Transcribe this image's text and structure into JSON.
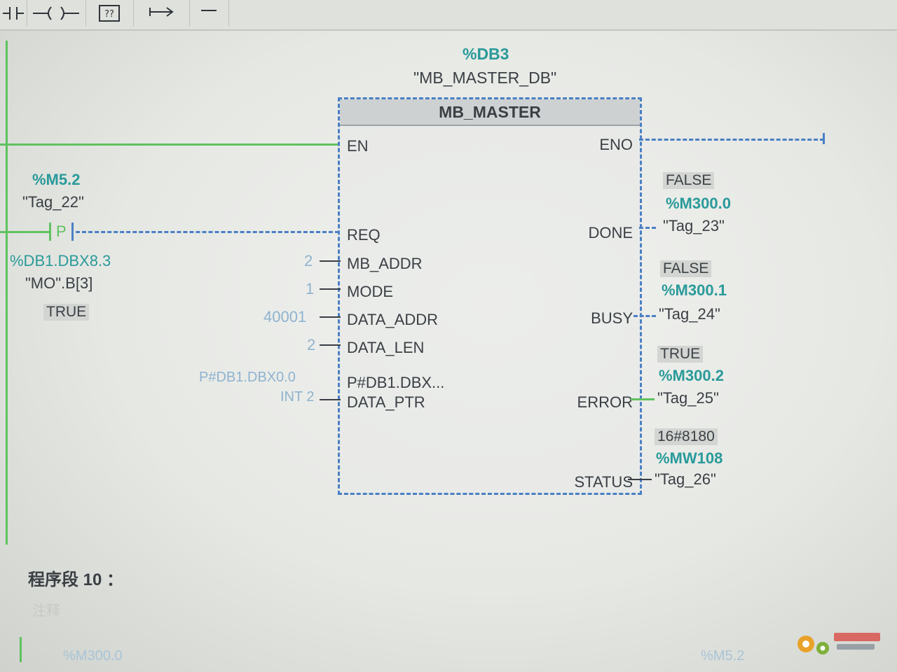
{
  "toolbar": {
    "items": [
      {
        "name": "contact-icon",
        "glyph": "⊣⊢"
      },
      {
        "name": "coil-icon",
        "glyph": "–()–"
      },
      {
        "name": "box-icon",
        "glyph": "??"
      },
      {
        "name": "branch-open-icon",
        "glyph": "↦"
      },
      {
        "name": "branch-close-icon",
        "glyph": "—"
      }
    ]
  },
  "instance": {
    "address": "%DB3",
    "name": "\"MB_MASTER_DB\""
  },
  "block": {
    "title": "MB_MASTER",
    "inputs": {
      "en": "EN",
      "req": "REQ",
      "mb_addr": "MB_ADDR",
      "mode": "MODE",
      "data_addr": "DATA_ADDR",
      "data_len": "DATA_LEN",
      "data_ptr_value": "P#DB1.DBX...",
      "data_ptr": "DATA_PTR"
    },
    "outputs": {
      "eno": "ENO",
      "done": "DONE",
      "busy": "BUSY",
      "error": "ERROR",
      "status": "STATUS"
    }
  },
  "req_operand": {
    "address": "%M5.2",
    "tag": "\"Tag_22\"",
    "edge": "P",
    "edge_address": "%DB1.DBX8.3",
    "edge_tag": "\"MO\".B[3]",
    "edge_value": "TRUE"
  },
  "params": {
    "mb_addr": "2",
    "mode": "1",
    "data_addr": "40001",
    "data_len": "2",
    "data_ptr_addr": "P#DB1.DBX0.0",
    "data_ptr_type": "INT 2"
  },
  "outputs_vals": {
    "done_value": "FALSE",
    "done_address": "%M300.0",
    "done_tag": "\"Tag_23\"",
    "busy_value": "FALSE",
    "busy_address": "%M300.1",
    "busy_tag": "\"Tag_24\"",
    "error_value": "TRUE",
    "error_address": "%M300.2",
    "error_tag": "\"Tag_25\"",
    "status_value": "16#8180",
    "status_address": "%MW108",
    "status_tag": "\"Tag_26\""
  },
  "network": {
    "title": "程序段 10 ：",
    "comment": "注释",
    "bottom_left": "%M300.0",
    "bottom_right": "%M5.2"
  },
  "colors": {
    "energized_wire": "#5fc25f",
    "unpowered_wire": "#4a7fc4",
    "operand_address": "#2a9a9a"
  }
}
